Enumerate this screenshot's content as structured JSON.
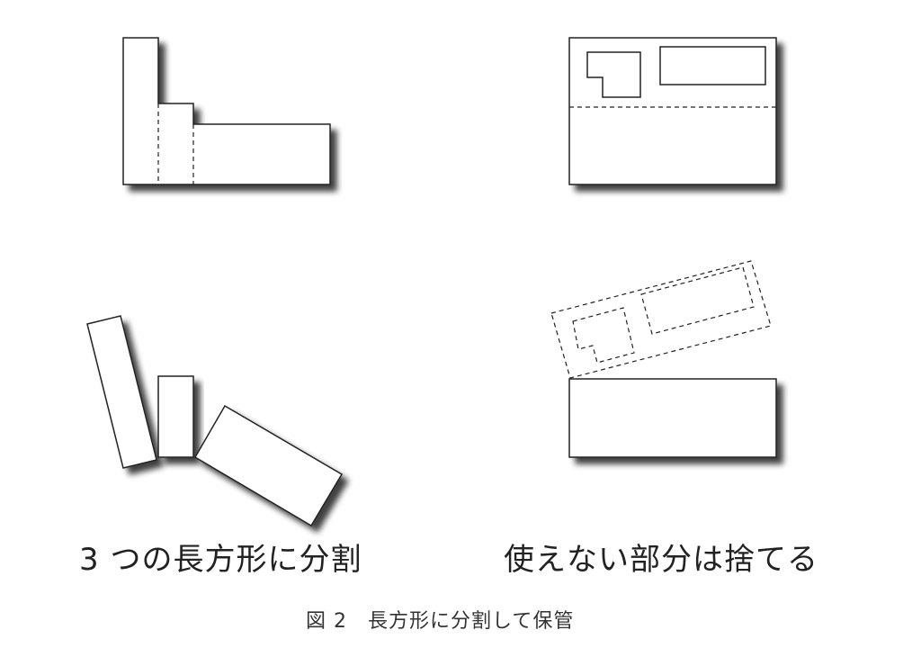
{
  "captions": {
    "left": "3 つの長方形に分割",
    "right": "使えない部分は捨てる",
    "figure": "図 2　長方形に分割して保管"
  },
  "colors": {
    "stroke": "#222222",
    "fill": "#ffffff",
    "shadow": "#000000"
  }
}
